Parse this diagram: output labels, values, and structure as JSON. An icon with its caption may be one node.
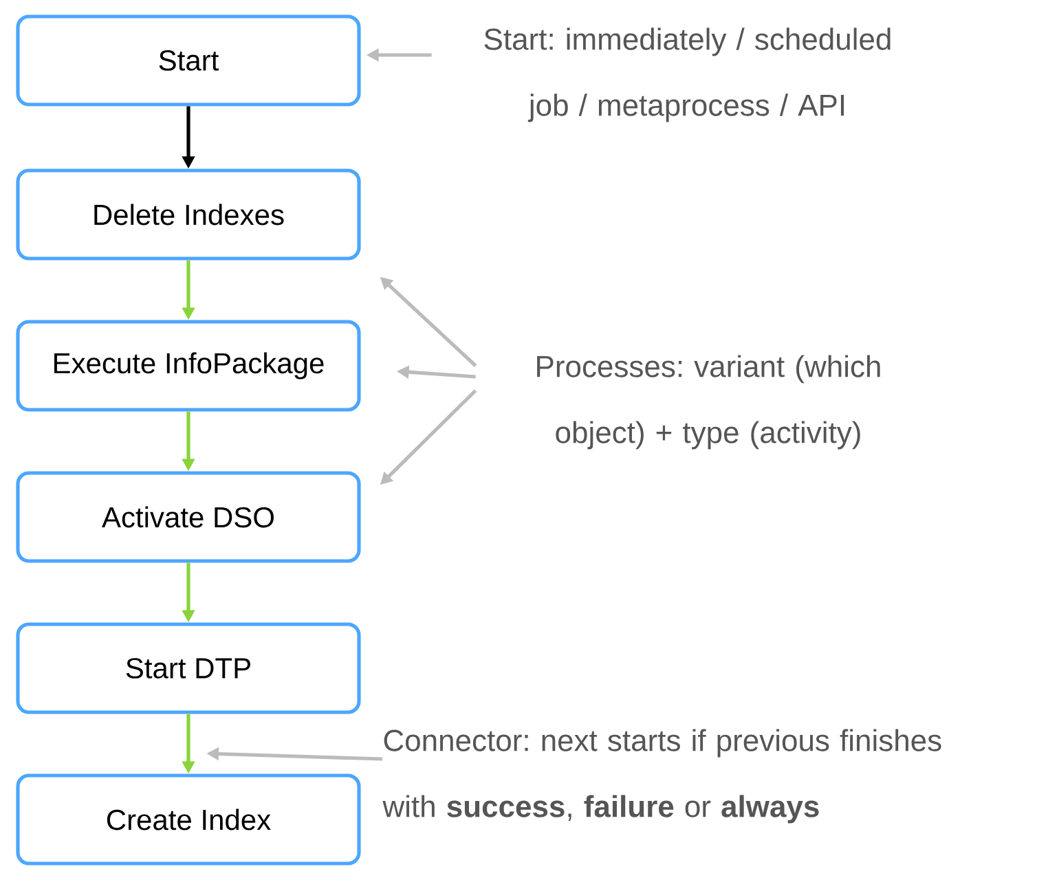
{
  "diagram": {
    "nodes": [
      {
        "text": [
          "Start"
        ]
      },
      {
        "text": [
          "Delete Indexes"
        ]
      },
      {
        "text": [
          "Execute InfoPackage"
        ]
      },
      {
        "text": [
          "Activate DSO"
        ]
      },
      {
        "text": [
          "Start DTP"
        ]
      },
      {
        "text": [
          "Create Index"
        ]
      },
      {
        "text": [
          "Start: immediately /  scheduled job / metaprocess / API"
        ]
      },
      {
        "text": [
          "Processes: variant (which object) + type (activity)"
        ]
      },
      {
        "text": [
          "Connector: next starts if previous finishes with **success**, **failure** or **always**"
        ]
      }
    ],
    "edges": [
      {
        "from": 0,
        "to": 1,
        "arrow": "to",
        "color": "#000000"
      },
      {
        "from": 1,
        "to": 2,
        "arrow": "to",
        "color": "#88d43a"
      },
      {
        "from": 2,
        "to": 3,
        "arrow": "to",
        "color": "#88d43a"
      },
      {
        "from": 3,
        "to": 4,
        "arrow": "to",
        "color": "#88d43a"
      },
      {
        "from": 4,
        "to": 5,
        "arrow": "to",
        "color": "#88d43a"
      },
      {
        "from": 6,
        "to": 0,
        "arrow": "to",
        "color": "#bbbbbb"
      },
      {
        "from": 7,
        "to": 1,
        "arrow": "to",
        "color": "#bbbbbb"
      },
      {
        "from": 7,
        "to": 2,
        "arrow": "to",
        "color": "#bbbbbb"
      },
      {
        "from": 7,
        "to": 3,
        "arrow": "to",
        "color": "#bbbbbb"
      },
      {
        "from": 8,
        "to": null,
        "arrow": "to",
        "color": "#bbbbbb"
      }
    ]
  }
}
